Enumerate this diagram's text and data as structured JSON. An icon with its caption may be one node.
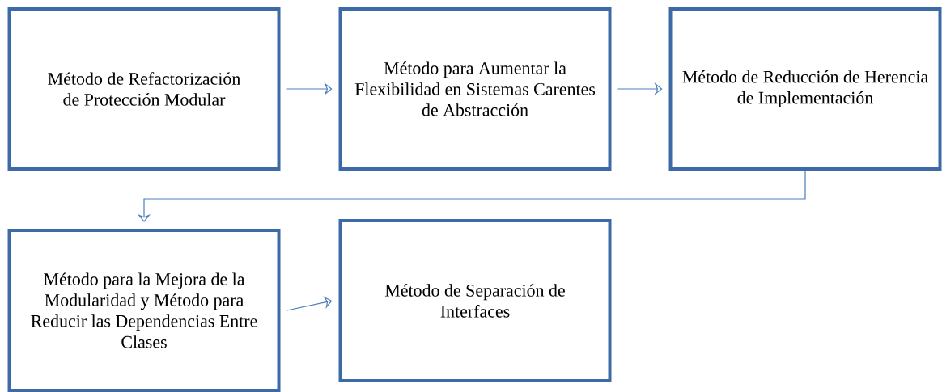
{
  "diagram": {
    "nodes": [
      {
        "text": [
          "Método de Refactorización de Protección Modular"
        ]
      },
      {
        "text": [
          "Método para Aumentar la Flexibilidad en Sistemas Carentes de Abstracción"
        ]
      },
      {
        "text": [
          "Método de Reducción de Herencia de Implementación"
        ]
      },
      {
        "text": [
          "Método para la Mejora de la Modularidad y Método para Reducir las Dependencias Entre Clases"
        ]
      },
      {
        "text": [
          "Método de Separación de Interfaces"
        ]
      }
    ],
    "edges": [
      {
        "from": 0,
        "to": 1,
        "arrow": "to"
      },
      {
        "from": 1,
        "to": 2,
        "arrow": "to"
      },
      {
        "from": 2,
        "to": 3,
        "arrow": "to"
      },
      {
        "from": 3,
        "to": 4,
        "arrow": "to"
      }
    ]
  }
}
